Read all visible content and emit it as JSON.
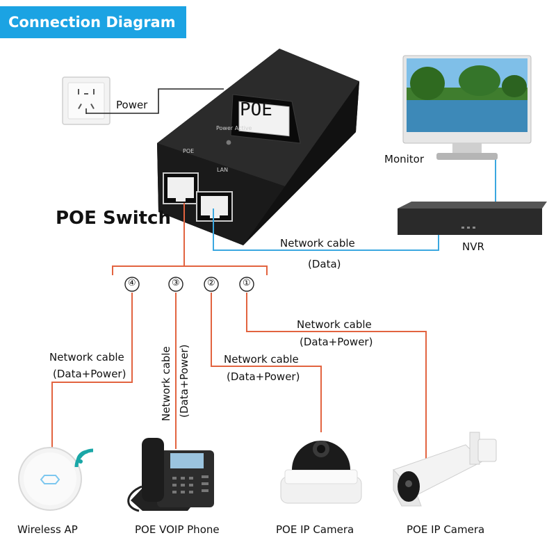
{
  "title": "Connection Diagram",
  "power_label": "Power",
  "poe_device": {
    "badge": "POE",
    "led_label": "Power Active",
    "port_poe": "POE",
    "port_lan": "LAN",
    "name": "POE Switch"
  },
  "monitor_label": "Monitor",
  "nvr_label": "NVR",
  "data_cable": {
    "label": "Network cable",
    "sub": "(Data)"
  },
  "ports": [
    "④",
    "③",
    "②",
    "①"
  ],
  "cables": [
    {
      "label": "Network cable",
      "sub": "(Data+Power)"
    },
    {
      "label": "Network cable",
      "sub": "(Data+Power)"
    },
    {
      "label": "Network cable",
      "sub": "(Data+Power)"
    },
    {
      "label": "Network cable",
      "sub": "(Data+Power)"
    }
  ],
  "devices": [
    {
      "name": "Wireless AP"
    },
    {
      "name": "POE VOIP Phone"
    },
    {
      "name": "POE IP Camera"
    },
    {
      "name": "POE IP Camera"
    }
  ],
  "colors": {
    "banner": "#1ba3e3",
    "poe_cable": "#e2633f",
    "data_cable": "#3aa7e0",
    "power_cable": "#222222"
  }
}
